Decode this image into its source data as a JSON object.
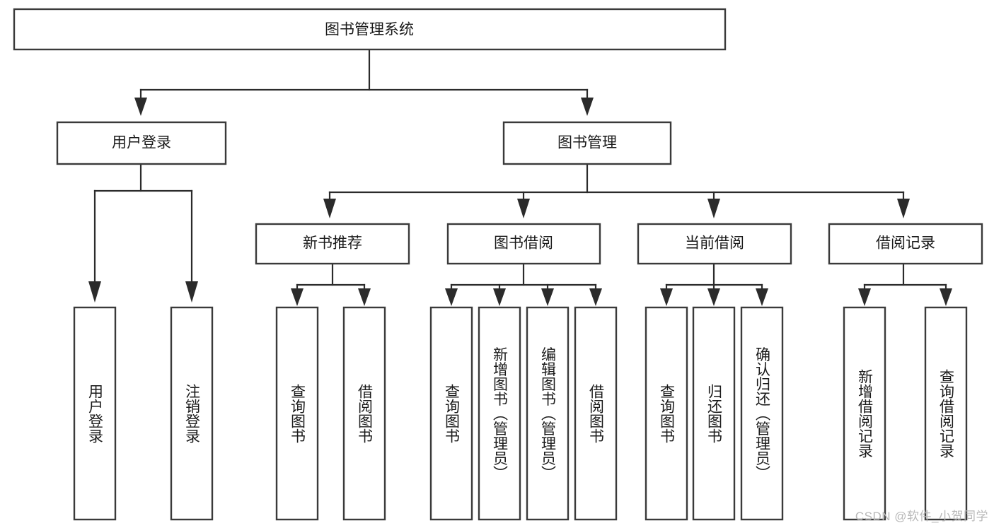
{
  "diagram": {
    "title": "图书管理系统",
    "watermark": "CSDN @软件_小贺同学",
    "root": {
      "id": "root",
      "label": "图书管理系统",
      "orientation": "horizontal"
    },
    "level2": [
      {
        "id": "user-login",
        "label": "用户登录",
        "orientation": "horizontal"
      },
      {
        "id": "book-manage",
        "label": "图书管理",
        "orientation": "horizontal"
      }
    ],
    "level3": [
      {
        "id": "new-book-recommend",
        "label": "新书推荐",
        "orientation": "horizontal",
        "parent": "book-manage"
      },
      {
        "id": "book-borrow",
        "label": "图书借阅",
        "orientation": "horizontal",
        "parent": "book-manage"
      },
      {
        "id": "current-borrow",
        "label": "当前借阅",
        "orientation": "horizontal",
        "parent": "book-manage"
      },
      {
        "id": "borrow-record",
        "label": "借阅记录",
        "orientation": "horizontal",
        "parent": "book-manage"
      }
    ],
    "leaves": [
      {
        "id": "leaf-user-login",
        "label": "用户登录",
        "orientation": "vertical",
        "parent": "user-login"
      },
      {
        "id": "leaf-user-logout",
        "label": "注销登录",
        "orientation": "vertical",
        "parent": "user-login"
      },
      {
        "id": "leaf-query-book-1",
        "label": "查询图书",
        "orientation": "vertical",
        "parent": "new-book-recommend"
      },
      {
        "id": "leaf-borrow-book-1",
        "label": "借阅图书",
        "orientation": "vertical",
        "parent": "new-book-recommend"
      },
      {
        "id": "leaf-query-book-2",
        "label": "查询图书",
        "orientation": "vertical",
        "parent": "book-borrow"
      },
      {
        "id": "leaf-add-book",
        "label": "新增图书（管理员）",
        "orientation": "vertical",
        "parent": "book-borrow"
      },
      {
        "id": "leaf-edit-book",
        "label": "编辑图书（管理员）",
        "orientation": "vertical",
        "parent": "book-borrow"
      },
      {
        "id": "leaf-borrow-book-2",
        "label": "借阅图书",
        "orientation": "vertical",
        "parent": "book-borrow"
      },
      {
        "id": "leaf-query-book-3",
        "label": "查询图书",
        "orientation": "vertical",
        "parent": "current-borrow"
      },
      {
        "id": "leaf-return-book",
        "label": "归还图书",
        "orientation": "vertical",
        "parent": "current-borrow"
      },
      {
        "id": "leaf-confirm-return",
        "label": "确认归还（管理员）",
        "orientation": "vertical",
        "parent": "current-borrow"
      },
      {
        "id": "leaf-add-record",
        "label": "新增借阅记录",
        "orientation": "vertical",
        "parent": "borrow-record"
      },
      {
        "id": "leaf-query-record",
        "label": "查询借阅记录",
        "orientation": "vertical",
        "parent": "borrow-record"
      }
    ]
  }
}
